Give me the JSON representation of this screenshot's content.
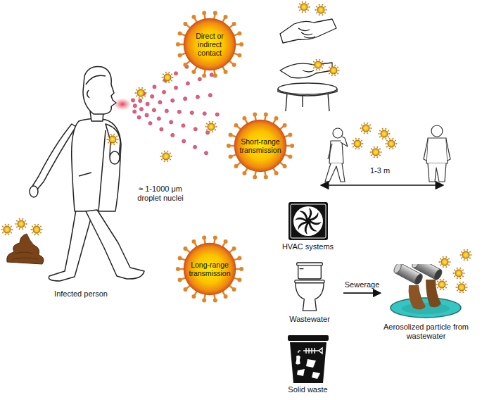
{
  "diagram": {
    "nodes": [
      {
        "text": [
          "Direct or indirect contact"
        ]
      },
      {
        "text": [
          "Short-range transmission"
        ]
      },
      {
        "text": [
          "HVAC systems"
        ]
      },
      {
        "text": [
          "Long-range transmission"
        ]
      },
      {
        "text": [
          "Wastewater"
        ]
      },
      {
        "text": [
          "Solid waste"
        ]
      },
      {
        "text": [
          "Aerosolized particle from wastewater"
        ]
      }
    ],
    "edges": [
      {
        "from": 4,
        "to": 6,
        "arrow": "to",
        "label": "Sewerage"
      }
    ],
    "labels": [
      "≈ 1-1000 μm droplet nuclei",
      "Infected person",
      "1-3 m"
    ]
  }
}
